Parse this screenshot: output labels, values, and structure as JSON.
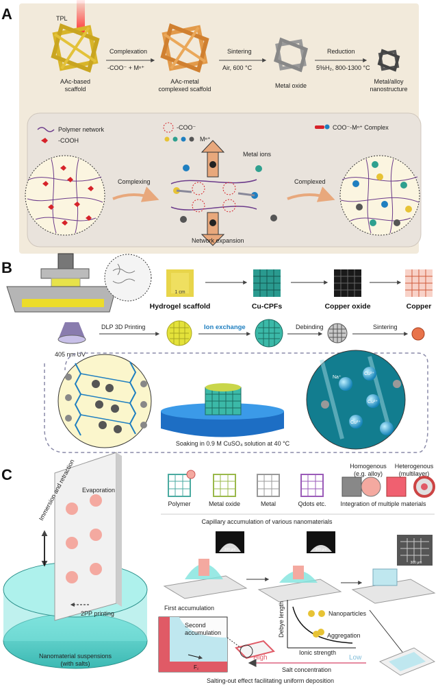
{
  "colors": {
    "panel_a_bg": "#f2eadb",
    "gold": "#d8b52a",
    "orange": "#e29a4a",
    "grey": "#9a9a9a",
    "teal": "#2fa08f",
    "red_pink": "#e05a66",
    "blue_accent": "#1f7fc0",
    "pink_shade": "#f4a9a0"
  },
  "panelA": {
    "label": "A",
    "tpl": "TPL",
    "stages": [
      "AAc-based scaffold",
      "AAc-metal complexed scaffold",
      "Metal oxide",
      "Metal/alloy nanostructure"
    ],
    "stage_lines": [
      [
        "AAc-based",
        "scaffold"
      ],
      [
        "AAc-metal",
        "complexed scaffold"
      ],
      [
        "Metal oxide"
      ],
      [
        "Metal/alloy",
        "nanostructure"
      ]
    ],
    "arrows": [
      {
        "top": "Complexation",
        "bottom": "-COO⁻ + Mⁿ⁺"
      },
      {
        "top": "Sintering",
        "bottom": "Air, 600 °C"
      },
      {
        "top": "Reduction",
        "bottom": "5%H₂, 800-1300 °C"
      }
    ],
    "legend": {
      "polymer": "Polymer network",
      "cooh": "-COOH",
      "coo": "-COO⁻",
      "metal": "Mⁿ⁺",
      "complex": "COO⁻-Mⁿ⁺ Complex"
    },
    "labels": {
      "complexing": "Complexing",
      "metal_ions": "Metal ions",
      "complexed": "Complexed",
      "expansion": "Network expansion"
    }
  },
  "panelB": {
    "label": "B",
    "uv": "405 nm UV",
    "scale": "1 cm",
    "photos": [
      "Hydrogel scaffold",
      "Cu-CPFs",
      "Copper oxide",
      "Copper"
    ],
    "process": [
      "DLP 3D Printing",
      "Ion exchange",
      "Debinding",
      "Sintering"
    ],
    "soak": "Soaking in 0.9 M CuSO₄ solution at 40 °C",
    "ions": {
      "na": "Na⁺",
      "cu": "Cu²⁺"
    }
  },
  "panelC": {
    "label": "C",
    "immersion": "Immersion and retraction",
    "evaporation": "Evaporation",
    "twopp": "2PP printing",
    "suspension": [
      "Nanomaterial suspensions",
      "(with salts)"
    ],
    "materials": [
      "Polymer",
      "Metal oxide",
      "Metal",
      "Qdots etc."
    ],
    "homogenous": [
      "Homogenous",
      "(e.g. alloy)"
    ],
    "heterogenous": [
      "Heterogenous",
      "(multilayer)"
    ],
    "integration": "Integration of multiple materials",
    "capillary": "Capillary accumulation of various nanomaterials",
    "first": "First accumulation",
    "scalebar": "300 μm",
    "debye": "Debye length",
    "ionic": "Ionic strength",
    "nanoparticles": "Nanoparticles",
    "aggregation": "Aggregation",
    "high": "High",
    "low": "Low",
    "salt": "Salt concentration",
    "second": [
      "Second",
      "accumulation"
    ],
    "fc": "F꜀",
    "ff": "F",
    "salting": "Salting-out effect facilitating uniform deposition"
  }
}
